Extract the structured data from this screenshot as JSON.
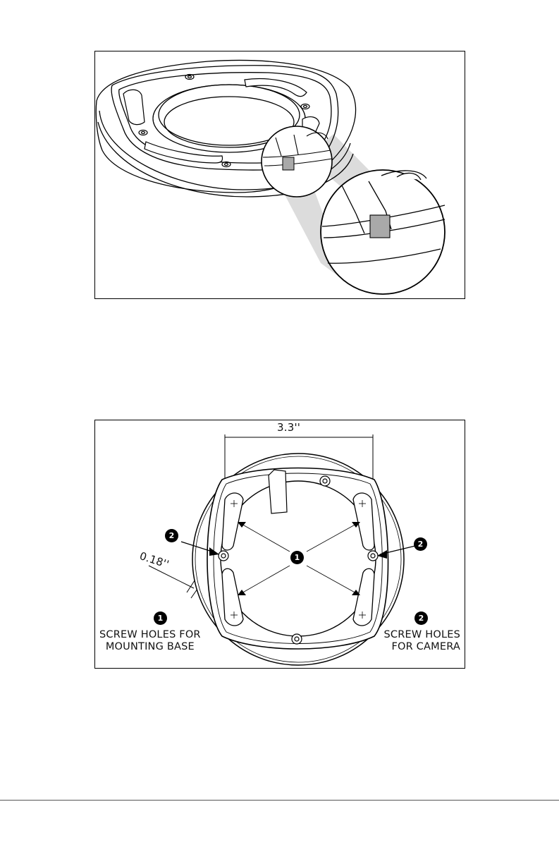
{
  "figure_top": {
    "description_label": ""
  },
  "figure_bottom": {
    "dimension_width": "3.3''",
    "dimension_offset": "0.18''",
    "callouts": [
      {
        "id": "1",
        "badge": "1",
        "caption_line1": "SCREW HOLES FOR",
        "caption_line2": "MOUNTING BASE"
      },
      {
        "id": "2",
        "badge": "2",
        "caption_line1": "SCREW HOLES",
        "caption_line2": "FOR CAMERA"
      }
    ]
  },
  "colors": {
    "line": "#000000",
    "highlight_patch": "#a9a9a9",
    "magnify_shadow": "#d9d9d9"
  }
}
